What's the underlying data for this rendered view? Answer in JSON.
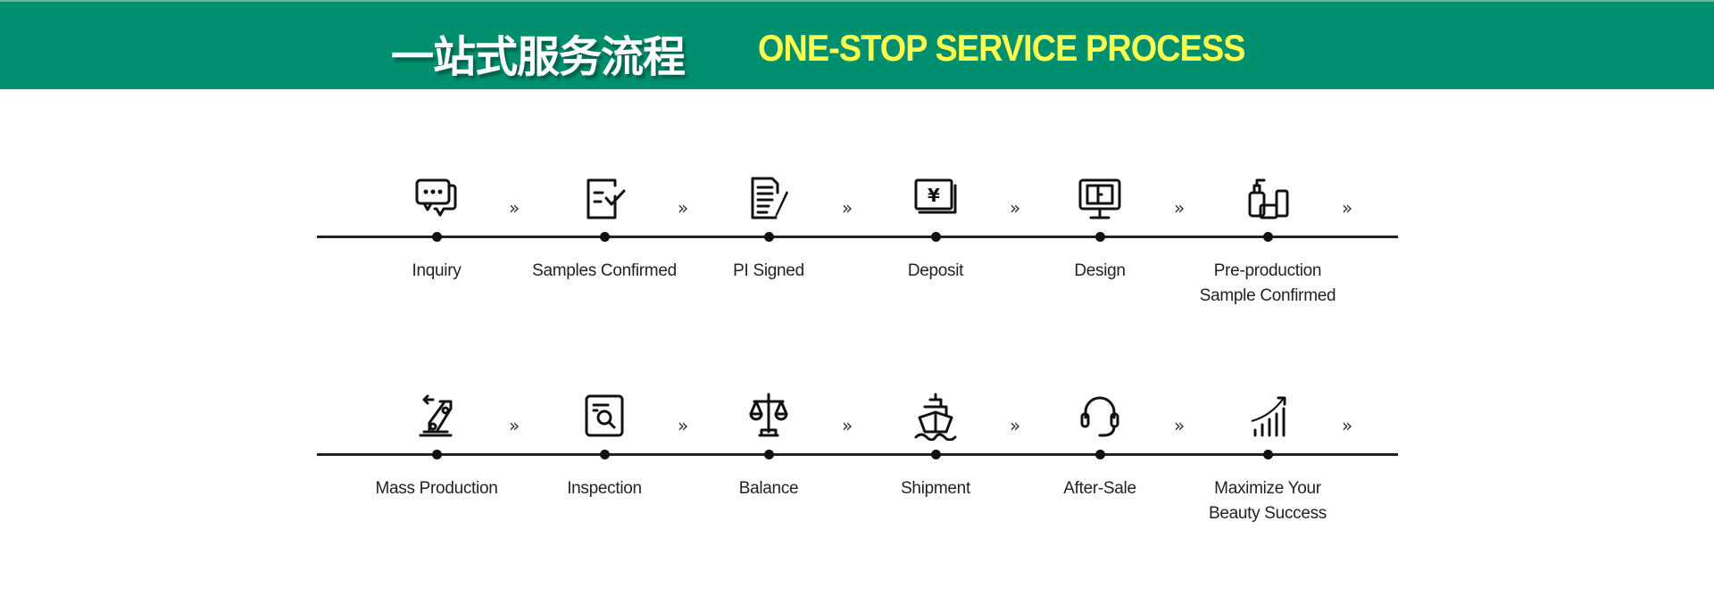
{
  "header": {
    "title_cn": "一站式服务流程",
    "title_en": "ONE-STOP SERVICE PROCESS",
    "bg_color": "#008f6f",
    "en_color": "#ffff4d"
  },
  "chevron": "»",
  "rows": [
    [
      {
        "label": [
          "Inquiry"
        ],
        "icon": "chat-bubbles-icon"
      },
      {
        "label": [
          "Samples Confirmed"
        ],
        "icon": "checklist-icon"
      },
      {
        "label": [
          "PI Signed"
        ],
        "icon": "document-pen-icon"
      },
      {
        "label": [
          "Deposit"
        ],
        "icon": "yen-bill-icon"
      },
      {
        "label": [
          "Design"
        ],
        "icon": "monitor-design-icon"
      },
      {
        "label": [
          "Pre-production",
          "Sample Confirmed"
        ],
        "icon": "cosmetic-bottles-icon"
      }
    ],
    [
      {
        "label": [
          "Mass Production"
        ],
        "icon": "robot-arm-icon"
      },
      {
        "label": [
          "Inspection"
        ],
        "icon": "document-search-icon"
      },
      {
        "label": [
          "Balance"
        ],
        "icon": "scales-icon"
      },
      {
        "label": [
          "Shipment"
        ],
        "icon": "ship-icon"
      },
      {
        "label": [
          "After-Sale"
        ],
        "icon": "headset-icon"
      },
      {
        "label": [
          "Maximize Your",
          "Beauty Success"
        ],
        "icon": "growth-chart-icon"
      }
    ]
  ]
}
